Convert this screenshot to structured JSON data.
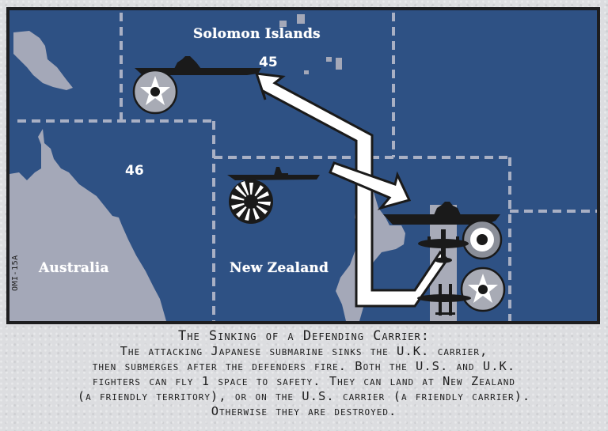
{
  "map": {
    "code": "OMI-15A",
    "territories": [
      {
        "name": "Solomon Islands",
        "type": "island-label"
      },
      {
        "name": "Australia",
        "type": "territory"
      },
      {
        "name": "New Zealand",
        "type": "territory"
      }
    ],
    "sea_zones": [
      {
        "number": "45"
      },
      {
        "number": "46"
      }
    ],
    "units": [
      {
        "type": "carrier",
        "nation": "U.S.",
        "roundel": "us-star",
        "zone": "45"
      },
      {
        "type": "submarine",
        "nation": "Japan",
        "roundel": "japan-rising-sun"
      },
      {
        "type": "carrier",
        "nation": "U.K.",
        "roundel": "uk-roundel",
        "status": "sunk"
      },
      {
        "type": "fighter",
        "nation": "U.K."
      },
      {
        "type": "fighter",
        "nation": "U.S."
      }
    ],
    "colors": {
      "sea": "#2e5184",
      "land": "#a4a8b8",
      "grid": "#a9b0c4",
      "frame": "#1d1d1f"
    }
  },
  "caption": {
    "title": "The Sinking of a Defending Carrier:",
    "lines": [
      "The attacking Japanese submarine sinks the U.K. carrier,",
      "then submerges after the defenders fire. Both the U.S. and U.K.",
      "fighters can fly 1 space to safety. They can land at New Zealand",
      "(a friendly territory), or on the U.S. carrier (a friendly carrier).",
      "Otherwise they are destroyed."
    ]
  }
}
